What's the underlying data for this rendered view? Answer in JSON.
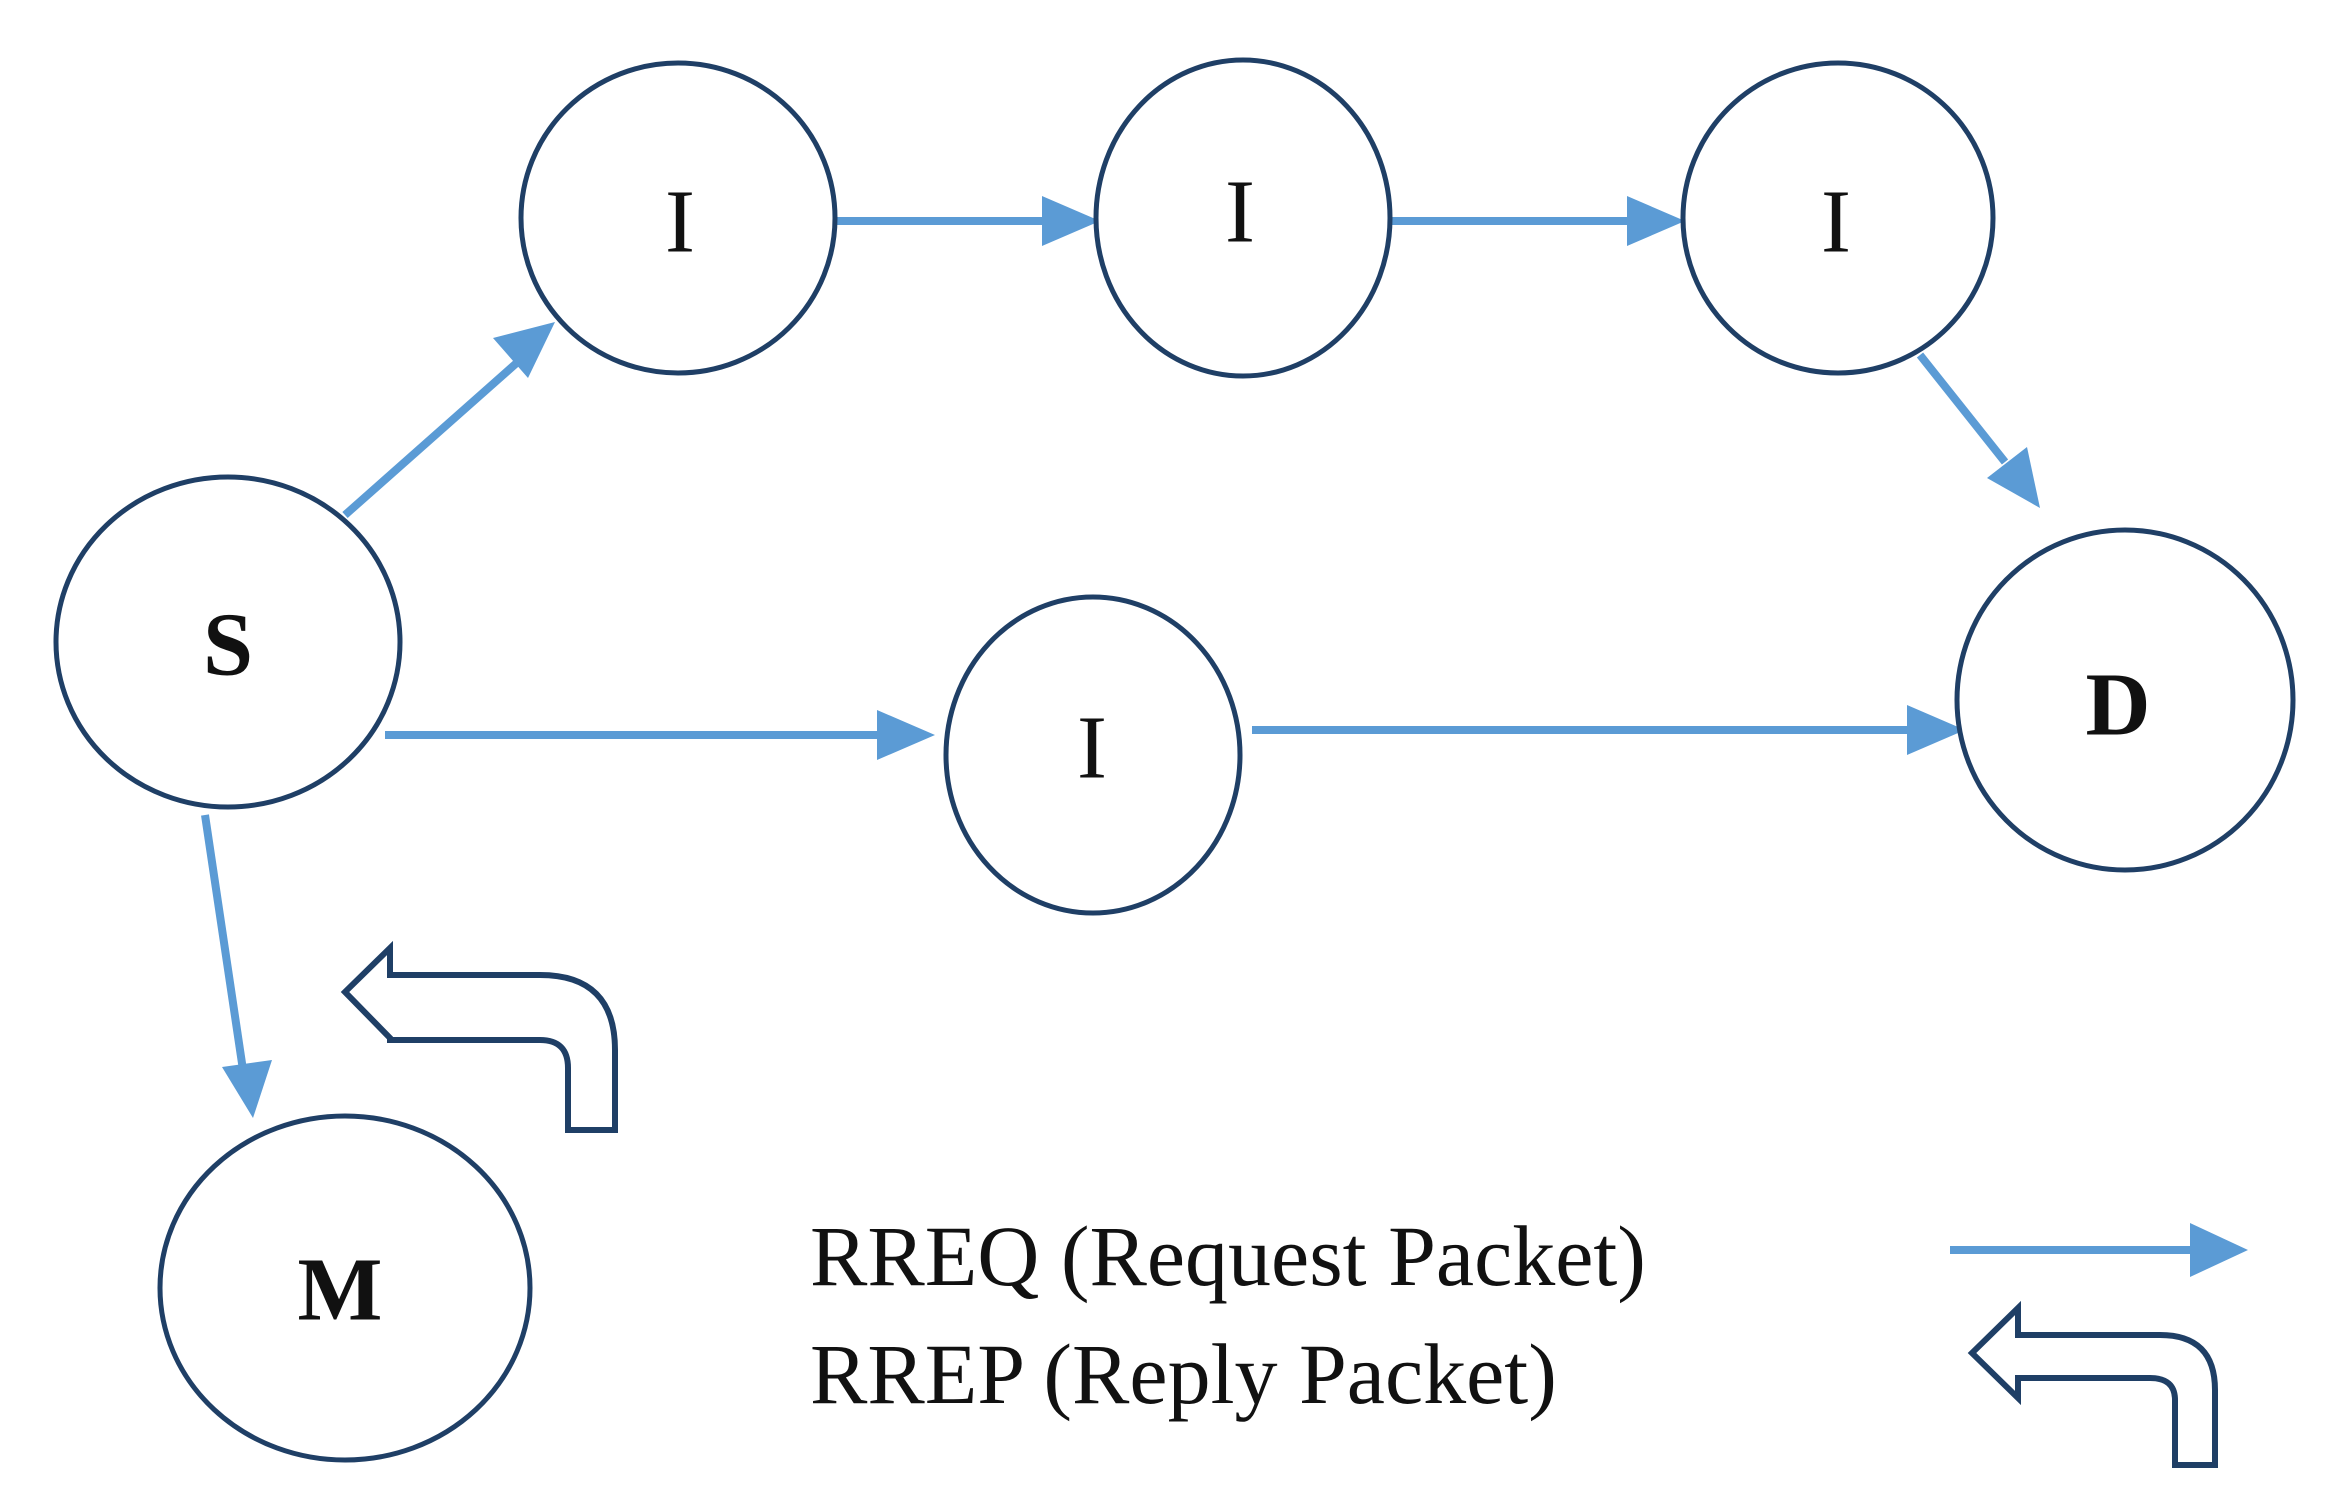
{
  "nodes": {
    "s": "S",
    "i1": "I",
    "i2": "I",
    "i3": "I",
    "i4": "I",
    "d": "D",
    "m": "M"
  },
  "legend": {
    "rreq": "RREQ (Request Packet)",
    "rrep": "RREP (Reply Packet)"
  },
  "colors": {
    "request_arrow": "#5b9bd5",
    "node_border": "#1f3f66",
    "reply_arrow_border": "#1f3f66"
  }
}
